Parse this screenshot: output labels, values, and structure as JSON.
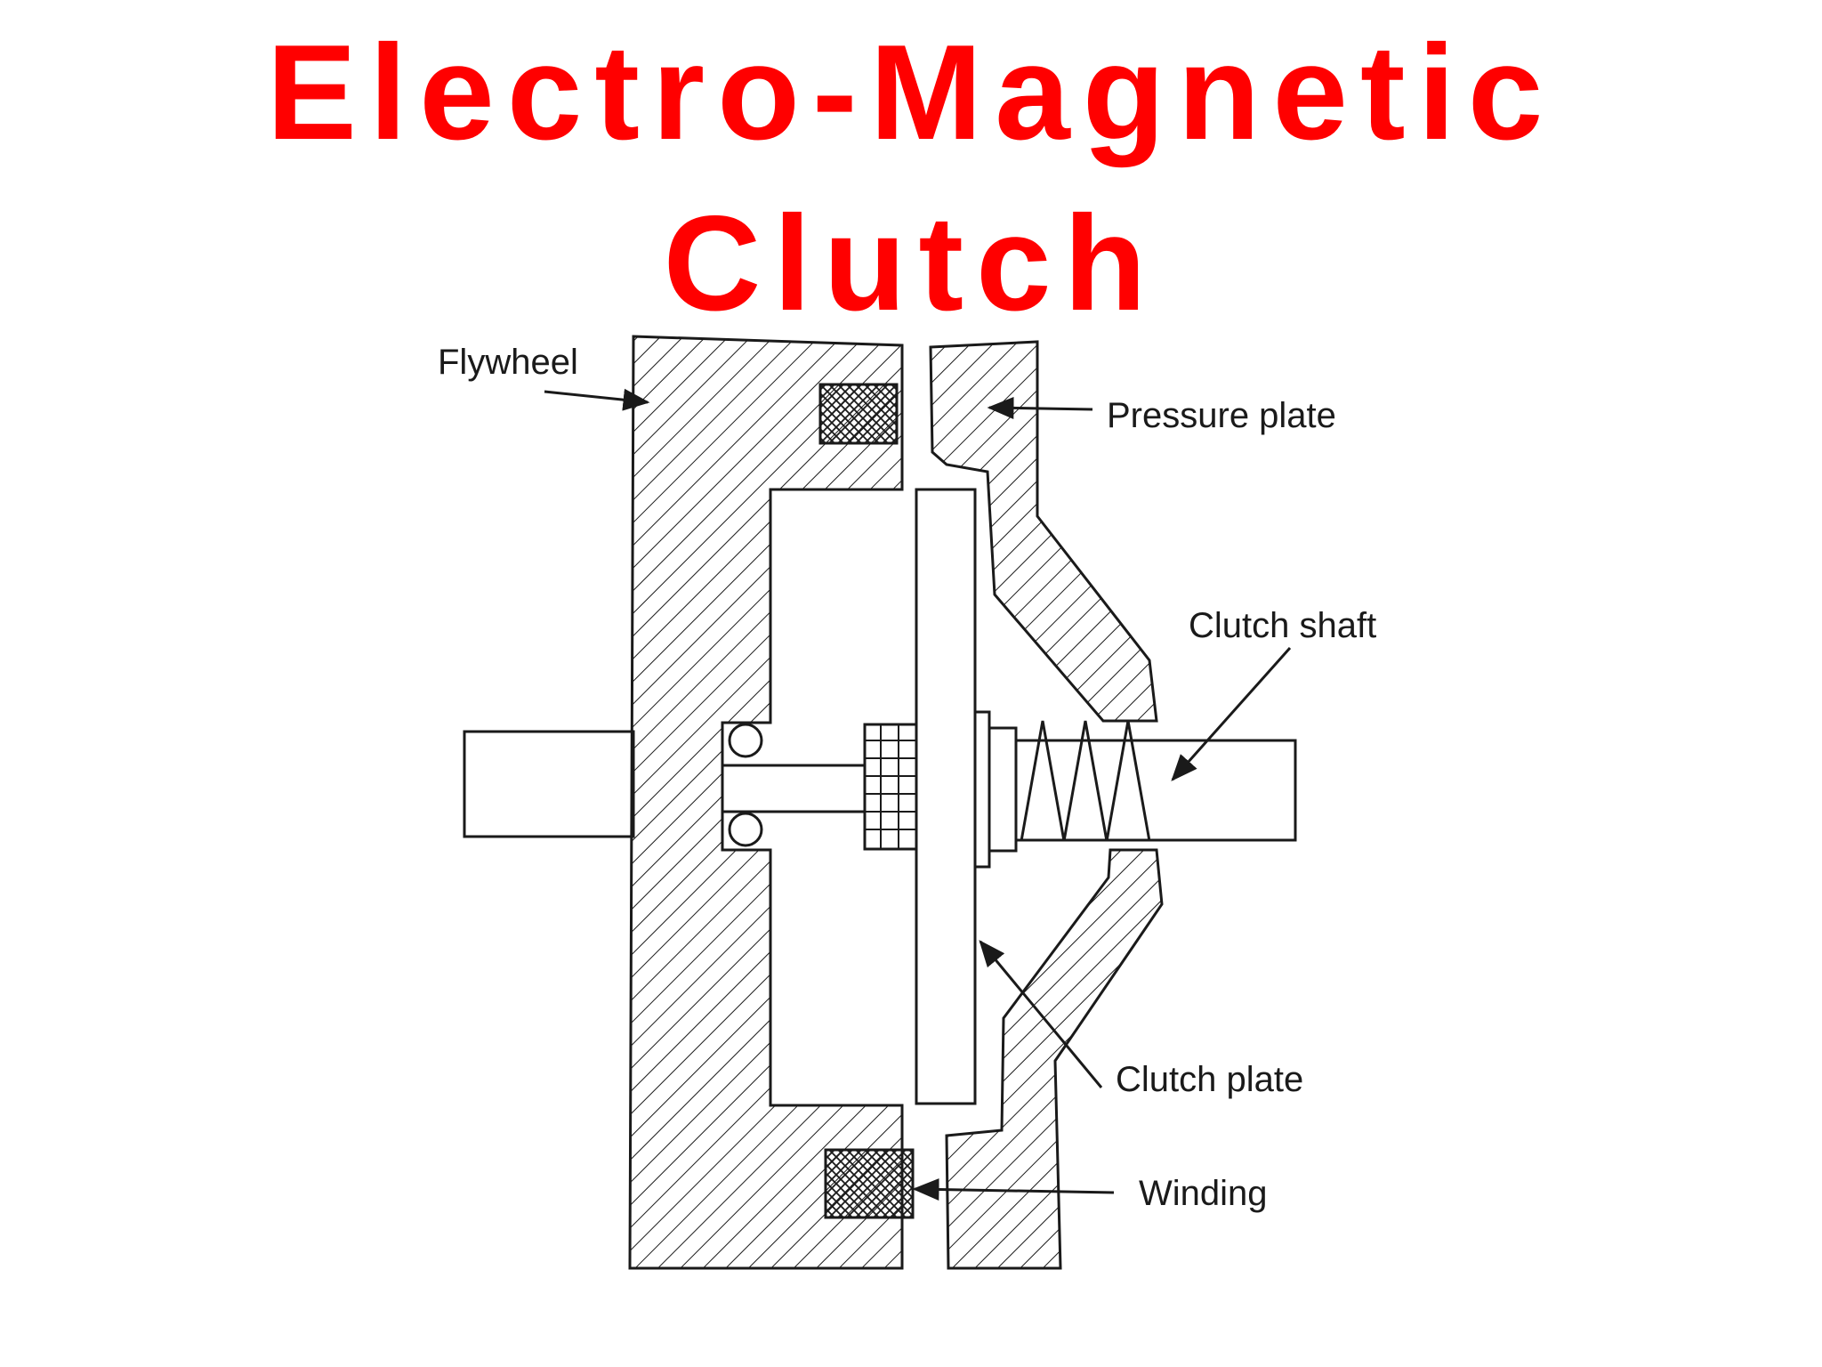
{
  "title": {
    "line1": "Electro-Magnetic",
    "line2": "Clutch",
    "color": "#ff0000"
  },
  "labels": {
    "flywheel": "Flywheel",
    "pressure_plate": "Pressure plate",
    "clutch_shaft": "Clutch shaft",
    "clutch_plate": "Clutch plate",
    "winding": "Winding"
  },
  "colors": {
    "line": "#1a1a1a",
    "background": "#ffffff"
  }
}
